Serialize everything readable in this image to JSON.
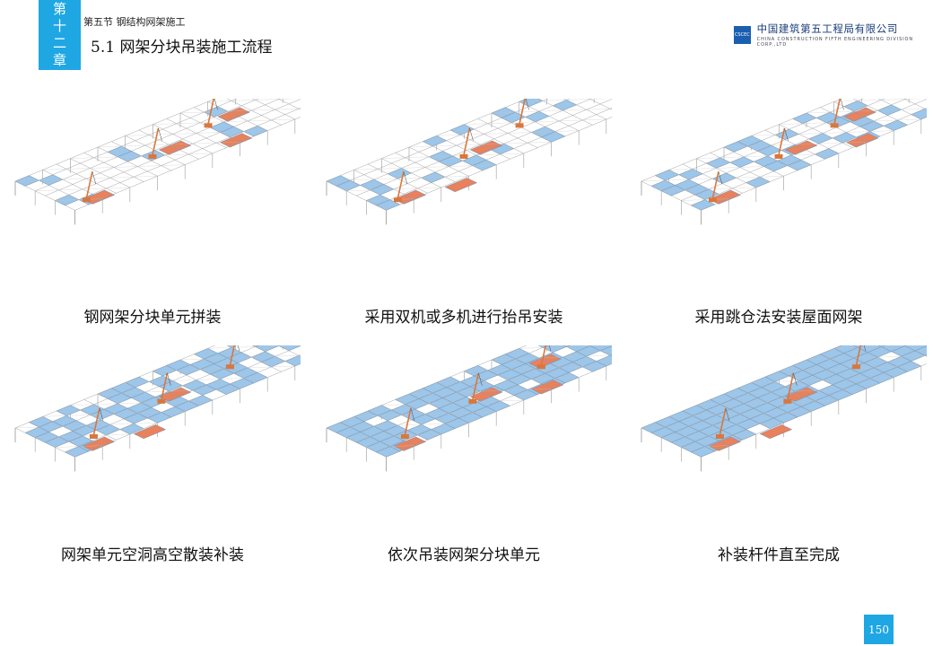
{
  "header": {
    "chapter_chars": [
      "第",
      "十",
      "二",
      "章"
    ],
    "section": "第五节  钢结构网架施工",
    "title": "5.1  网架分块吊装施工流程",
    "company_cn": "中国建筑第五工程局有限公司",
    "company_en": "CHINA CONSTRUCTION FIFTH ENGINEERING DIVISION CORP.,LTD",
    "logo_text": [
      "CSCEC"
    ]
  },
  "steps": [
    {
      "caption": "钢网架分块单元拼装",
      "installed_fraction": 0.1
    },
    {
      "caption": "采用双机或多机进行抬吊安装",
      "installed_fraction": 0.2
    },
    {
      "caption": "采用跳仓法安装屋面网架",
      "installed_fraction": 0.35
    },
    {
      "caption": "网架单元空洞高空散装补装",
      "installed_fraction": 0.6
    },
    {
      "caption": "依次吊装网架分块单元",
      "installed_fraction": 0.8
    },
    {
      "caption": "补装杆件直至完成",
      "installed_fraction": 0.95
    }
  ],
  "page_number": "150",
  "colors": {
    "accent": "#1ea7e3",
    "installed": "#9cc6ea",
    "assembly": "#e8815c",
    "crane": "#d9773e",
    "frame": "#9a9a9a"
  }
}
